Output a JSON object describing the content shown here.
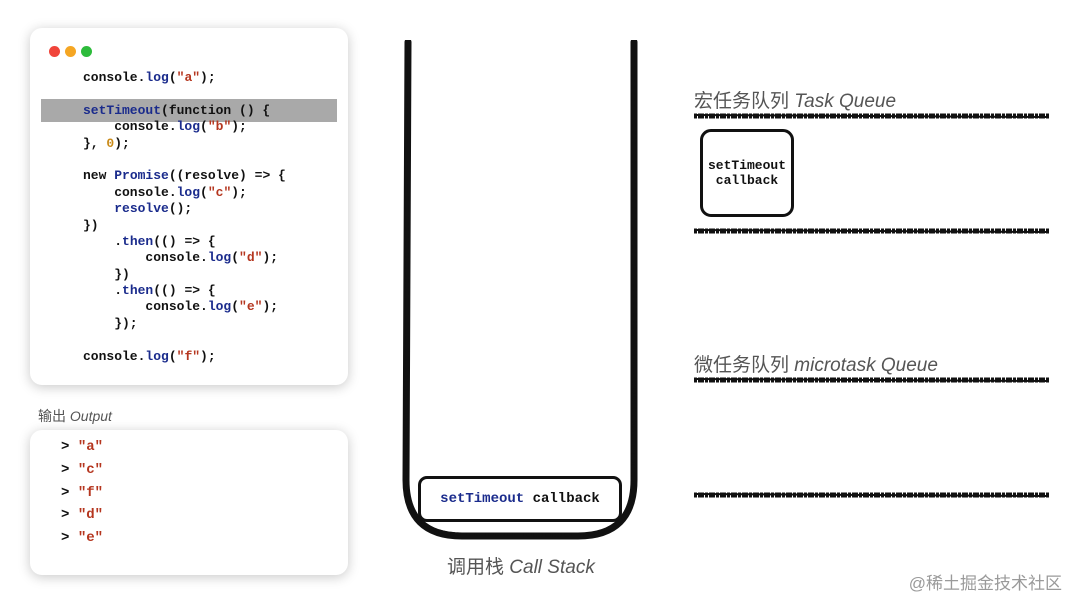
{
  "colors": {
    "keyword": "#1a2b8c",
    "string": "#b5361f",
    "number": "#c98a18",
    "highlight": "#a9a9a9",
    "window_dots": [
      "#f0443a",
      "#f5a623",
      "#2dbb3b"
    ]
  },
  "code": {
    "lines": [
      [
        {
          "t": "console."
        },
        {
          "t": "log",
          "c": "k"
        },
        {
          "t": "("
        },
        {
          "t": "\"a\"",
          "c": "s"
        },
        {
          "t": ");"
        }
      ],
      [],
      [
        {
          "t": "setTimeout",
          "c": "k"
        },
        {
          "t": "(function () {"
        }
      ],
      [
        {
          "t": "    console."
        },
        {
          "t": "log",
          "c": "k"
        },
        {
          "t": "("
        },
        {
          "t": "\"b\"",
          "c": "s"
        },
        {
          "t": ");"
        }
      ],
      [
        {
          "t": "}, "
        },
        {
          "t": "0",
          "c": "n"
        },
        {
          "t": ");"
        }
      ],
      [],
      [
        {
          "t": "new "
        },
        {
          "t": "Promise",
          "c": "k"
        },
        {
          "t": "((resolve) => {"
        }
      ],
      [
        {
          "t": "    console."
        },
        {
          "t": "log",
          "c": "k"
        },
        {
          "t": "("
        },
        {
          "t": "\"c\"",
          "c": "s"
        },
        {
          "t": ");"
        }
      ],
      [
        {
          "t": "    "
        },
        {
          "t": "resolve",
          "c": "k"
        },
        {
          "t": "();"
        }
      ],
      [
        {
          "t": "})"
        }
      ],
      [
        {
          "t": "    ."
        },
        {
          "t": "then",
          "c": "k"
        },
        {
          "t": "(() => {"
        }
      ],
      [
        {
          "t": "        console."
        },
        {
          "t": "log",
          "c": "k"
        },
        {
          "t": "("
        },
        {
          "t": "\"d\"",
          "c": "s"
        },
        {
          "t": ");"
        }
      ],
      [
        {
          "t": "    })"
        }
      ],
      [
        {
          "t": "    ."
        },
        {
          "t": "then",
          "c": "k"
        },
        {
          "t": "(() => {"
        }
      ],
      [
        {
          "t": "        console."
        },
        {
          "t": "log",
          "c": "k"
        },
        {
          "t": "("
        },
        {
          "t": "\"e\"",
          "c": "s"
        },
        {
          "t": ");"
        }
      ],
      [
        {
          "t": "    });"
        }
      ],
      [],
      [
        {
          "t": "console."
        },
        {
          "t": "log",
          "c": "k"
        },
        {
          "t": "("
        },
        {
          "t": "\"f\"",
          "c": "s"
        },
        {
          "t": ");"
        }
      ]
    ]
  },
  "output": {
    "label_cn": "输出",
    "label_en": "Output",
    "prompt": ">",
    "items": [
      "\"a\"",
      "\"c\"",
      "\"f\"",
      "\"d\"",
      "\"e\""
    ]
  },
  "call_stack": {
    "label_cn": "调用栈",
    "label_en": "Call Stack",
    "frame": {
      "keyword": "setTimeout",
      "rest": "callback"
    }
  },
  "task_queue": {
    "title_cn": "宏任务队列",
    "title_en": "Task Queue",
    "item_line1": "setTimeout",
    "item_line2": "callback"
  },
  "microtask_queue": {
    "title_cn": "微任务队列",
    "title_en": "microtask Queue"
  },
  "watermark": "@稀土掘金技术社区"
}
